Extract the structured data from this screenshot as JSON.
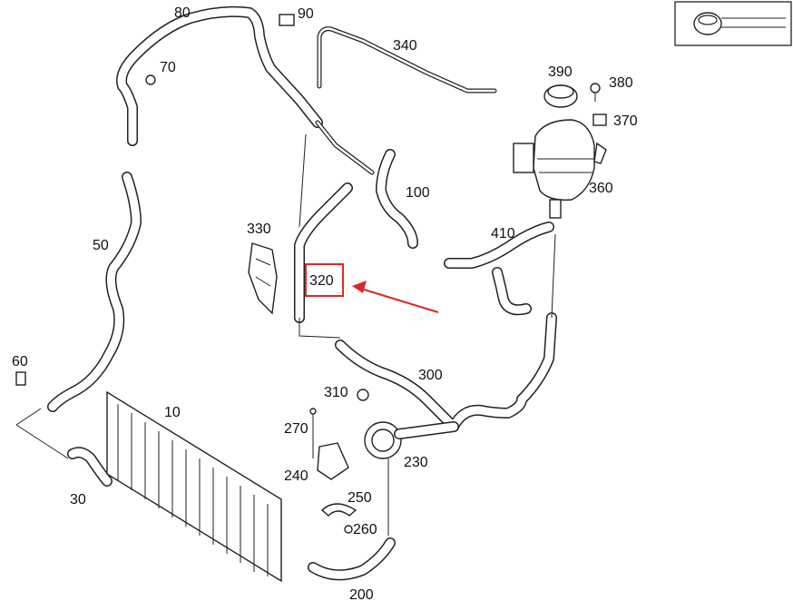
{
  "labels": {
    "p10": "10",
    "p30": "30",
    "p50": "50",
    "p60": "60",
    "p70": "70",
    "p80": "80",
    "p90": "90",
    "p100": "100",
    "p200": "200",
    "p230": "230",
    "p240": "240",
    "p250": "250",
    "p260": "260",
    "p270": "270",
    "p300": "300",
    "p310": "310",
    "p320": "320",
    "p330": "330",
    "p340": "340",
    "p360": "360",
    "p370": "370",
    "p380": "380",
    "p390": "390",
    "p410": "410"
  },
  "highlight": {
    "part": "320",
    "color": "#e0262b"
  }
}
